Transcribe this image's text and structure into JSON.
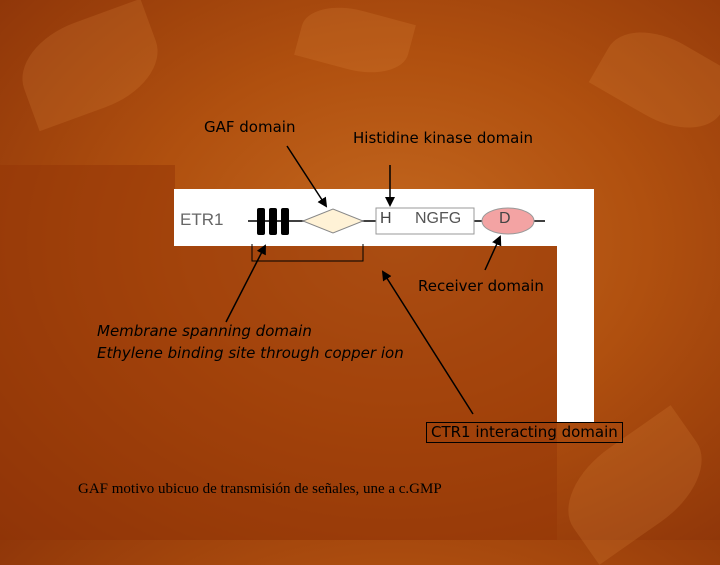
{
  "diagram": {
    "protein_name": "ETR1",
    "histidine_letter": "H",
    "kinase_motifs": "NGFG",
    "receiver_letter": "D"
  },
  "labels": {
    "gaf_domain": "GAF domain",
    "histidine_kinase_domain": "Histidine kinase domain",
    "receiver_domain": "Receiver domain",
    "membrane_spanning": "Membrane spanning domain",
    "ethylene_binding": "Ethylene binding site through copper ion",
    "ctr1_interacting": "CTR1 interacting domain",
    "gaf_motif_note": "GAF motivo ubicuo de transmisión de señales, une a c.GMP"
  },
  "colors": {
    "background": "#b0500f",
    "panel": "#963708",
    "diagram_bg": "#ffffff",
    "gaf_diamond_fill": "#fff2d6",
    "receiver_fill": "#f3a3a3",
    "arrow": "#000000"
  }
}
